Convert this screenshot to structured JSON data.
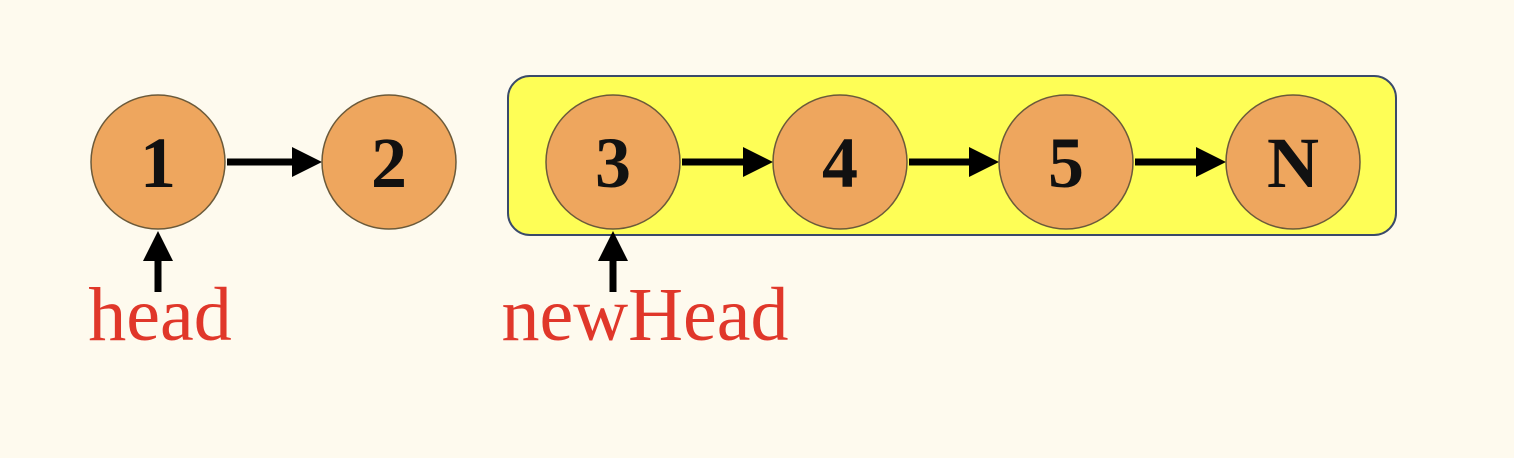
{
  "colors": {
    "background": "#fefaee",
    "node_fill": "#eea65e",
    "group_fill": "#fefe56",
    "pointer_text": "#e0372a",
    "arrow": "#000000"
  },
  "nodes": [
    {
      "id": "n1",
      "label": "1"
    },
    {
      "id": "n2",
      "label": "2"
    },
    {
      "id": "n3",
      "label": "3"
    },
    {
      "id": "n4",
      "label": "4"
    },
    {
      "id": "n5",
      "label": "5"
    },
    {
      "id": "nN",
      "label": "N"
    }
  ],
  "edges": [
    {
      "from": "n1",
      "to": "n2"
    },
    {
      "from": "n3",
      "to": "n4"
    },
    {
      "from": "n4",
      "to": "n5"
    },
    {
      "from": "n5",
      "to": "nN"
    }
  ],
  "group": {
    "members": [
      "n3",
      "n4",
      "n5",
      "nN"
    ]
  },
  "pointers": [
    {
      "id": "head",
      "label": "head",
      "target": "n1"
    },
    {
      "id": "newHead",
      "label": "newHead",
      "target": "n3"
    }
  ]
}
